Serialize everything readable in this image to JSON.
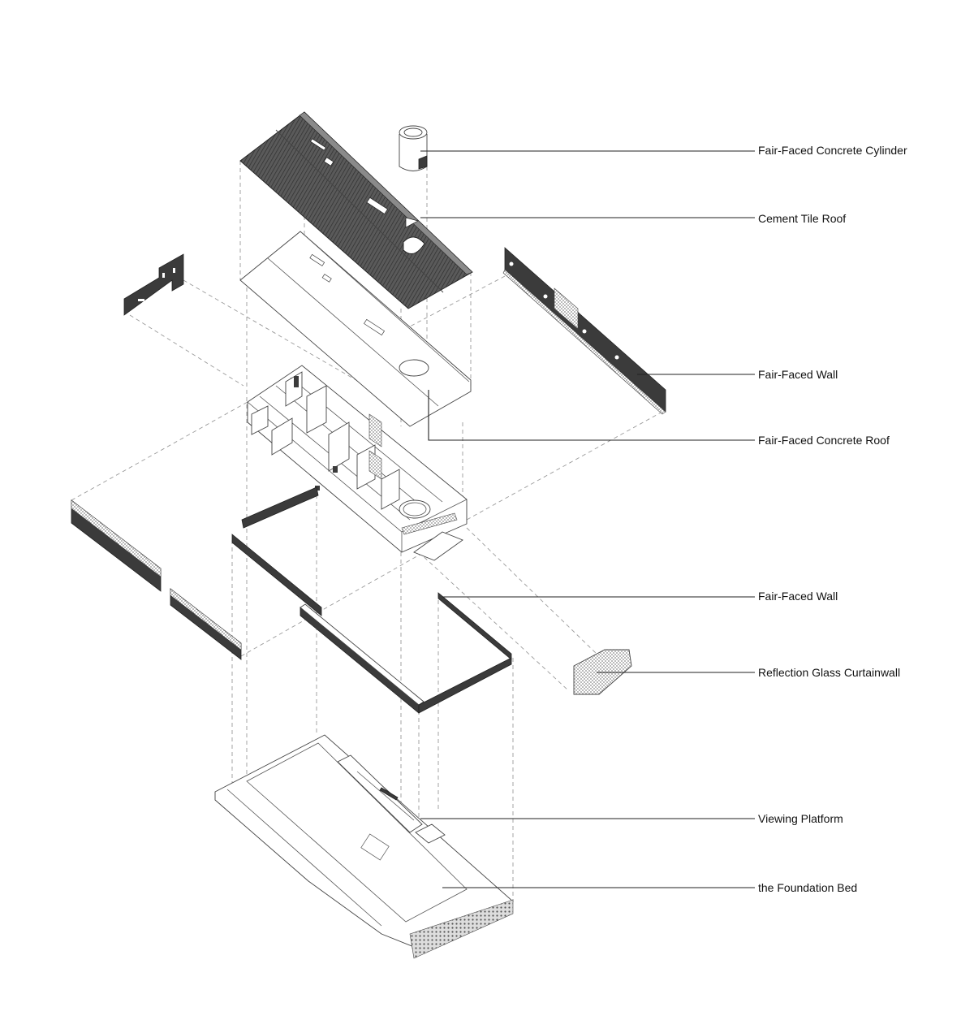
{
  "diagram": {
    "labels": {
      "cylinder": "Fair-Faced Concrete Cylinder",
      "cement_roof": "Cement Tile Roof",
      "wall_right": "Fair-Faced Wall",
      "concrete_roof": "Fair-Faced Concrete Roof",
      "wall_lower": "Fair-Faced Wall",
      "glass": "Reflection Glass Curtainwall",
      "platform": "Viewing Platform",
      "foundation": "the Foundation Bed"
    },
    "colors": {
      "line": "#444444",
      "dark_fill": "#3b3b3b",
      "projection": "#9a9a9a",
      "text": "#111111"
    }
  }
}
